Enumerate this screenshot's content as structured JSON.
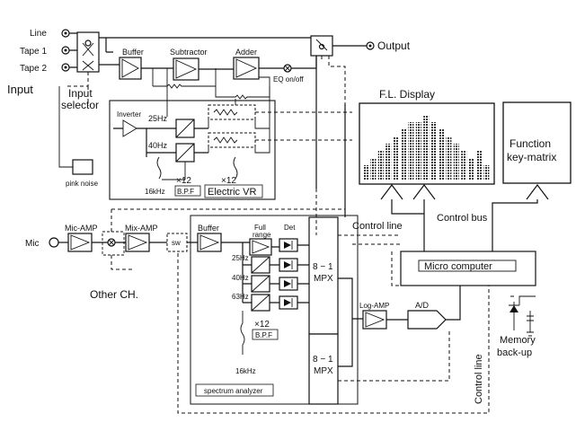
{
  "colors": {
    "ink": "#111111",
    "paper": "#ffffff",
    "bar_fill": "#444444"
  },
  "inputs": {
    "line": "Line",
    "tape1": "Tape 1",
    "tape2": "Tape 2",
    "mic": "Mic"
  },
  "labels": {
    "input": "Input",
    "input_selector_1": "Input",
    "input_selector_2": "selector",
    "output": "Output",
    "buffer_top": "Buffer",
    "subtractor": "Subtractor",
    "adder": "Adder",
    "eq_onoff": "EQ on/off",
    "inverter": "Inverter",
    "hz25_top": "25Hz",
    "hz40_top": "40Hz",
    "x12_top_a": "×12",
    "x12_top_b": "×12",
    "bpf_top": "B.P.F",
    "electric_vr": "Electric VR",
    "khz16_top": "16kHz",
    "pink_noise": "pink noise",
    "fl_display": "F.L. Display",
    "function_keymatrix_1": "Function",
    "function_keymatrix_2": "key-matrix",
    "control_bus": "Control bus",
    "control_line_top": "Control line",
    "control_line_side": "Control line",
    "mic_amp": "Mic-AMP",
    "mix_amp": "Mix-AMP",
    "buffer_bottom": "Buffer",
    "sw": "sw",
    "full_range_1": "Full",
    "full_range_2": "range",
    "det": "Det",
    "hz25_bot": "25Hz",
    "hz40_bot": "40Hz",
    "hz63_bot": "63Hz",
    "x12_bot": "×12",
    "bpf_bot": "B.P.F",
    "khz16_bot": "16kHz",
    "mpx1_a": "8 − 1",
    "mpx1_b": "MPX",
    "mpx2_a": "8 − 1",
    "mpx2_b": "MPX",
    "micro_computer": "Micro computer",
    "log_amp": "Log-AMP",
    "ad": "A/D",
    "memory_backup_1": "Memory",
    "memory_backup_2": "back-up",
    "other_ch": "Other CH.",
    "spectrum_analyzer": "spectrum analyzer"
  },
  "display_bars": [
    2,
    3,
    4,
    5,
    6,
    7,
    8,
    8,
    9,
    8,
    7,
    6,
    5,
    4,
    3,
    4,
    2
  ]
}
